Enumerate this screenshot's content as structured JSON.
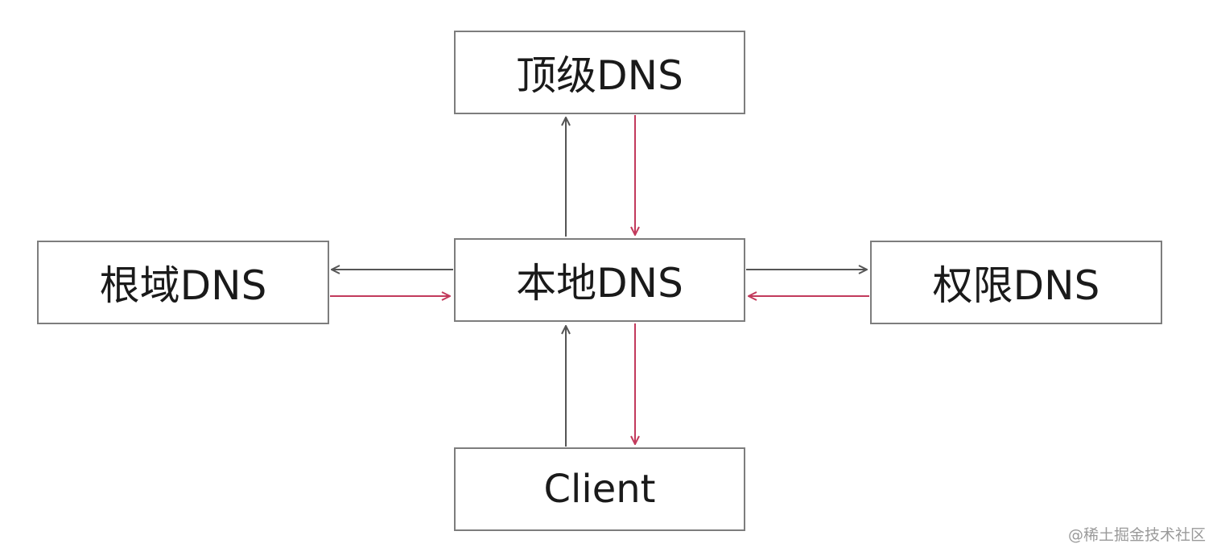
{
  "nodes": {
    "top_level": "顶级DNS",
    "root": "根域DNS",
    "local": "本地DNS",
    "authoritative": "权限DNS",
    "client": "Client"
  },
  "colors": {
    "request": "#555555",
    "response": "#c23a5c",
    "border": "#7d7d7d"
  },
  "watermark": "@稀土掘金技术社区"
}
